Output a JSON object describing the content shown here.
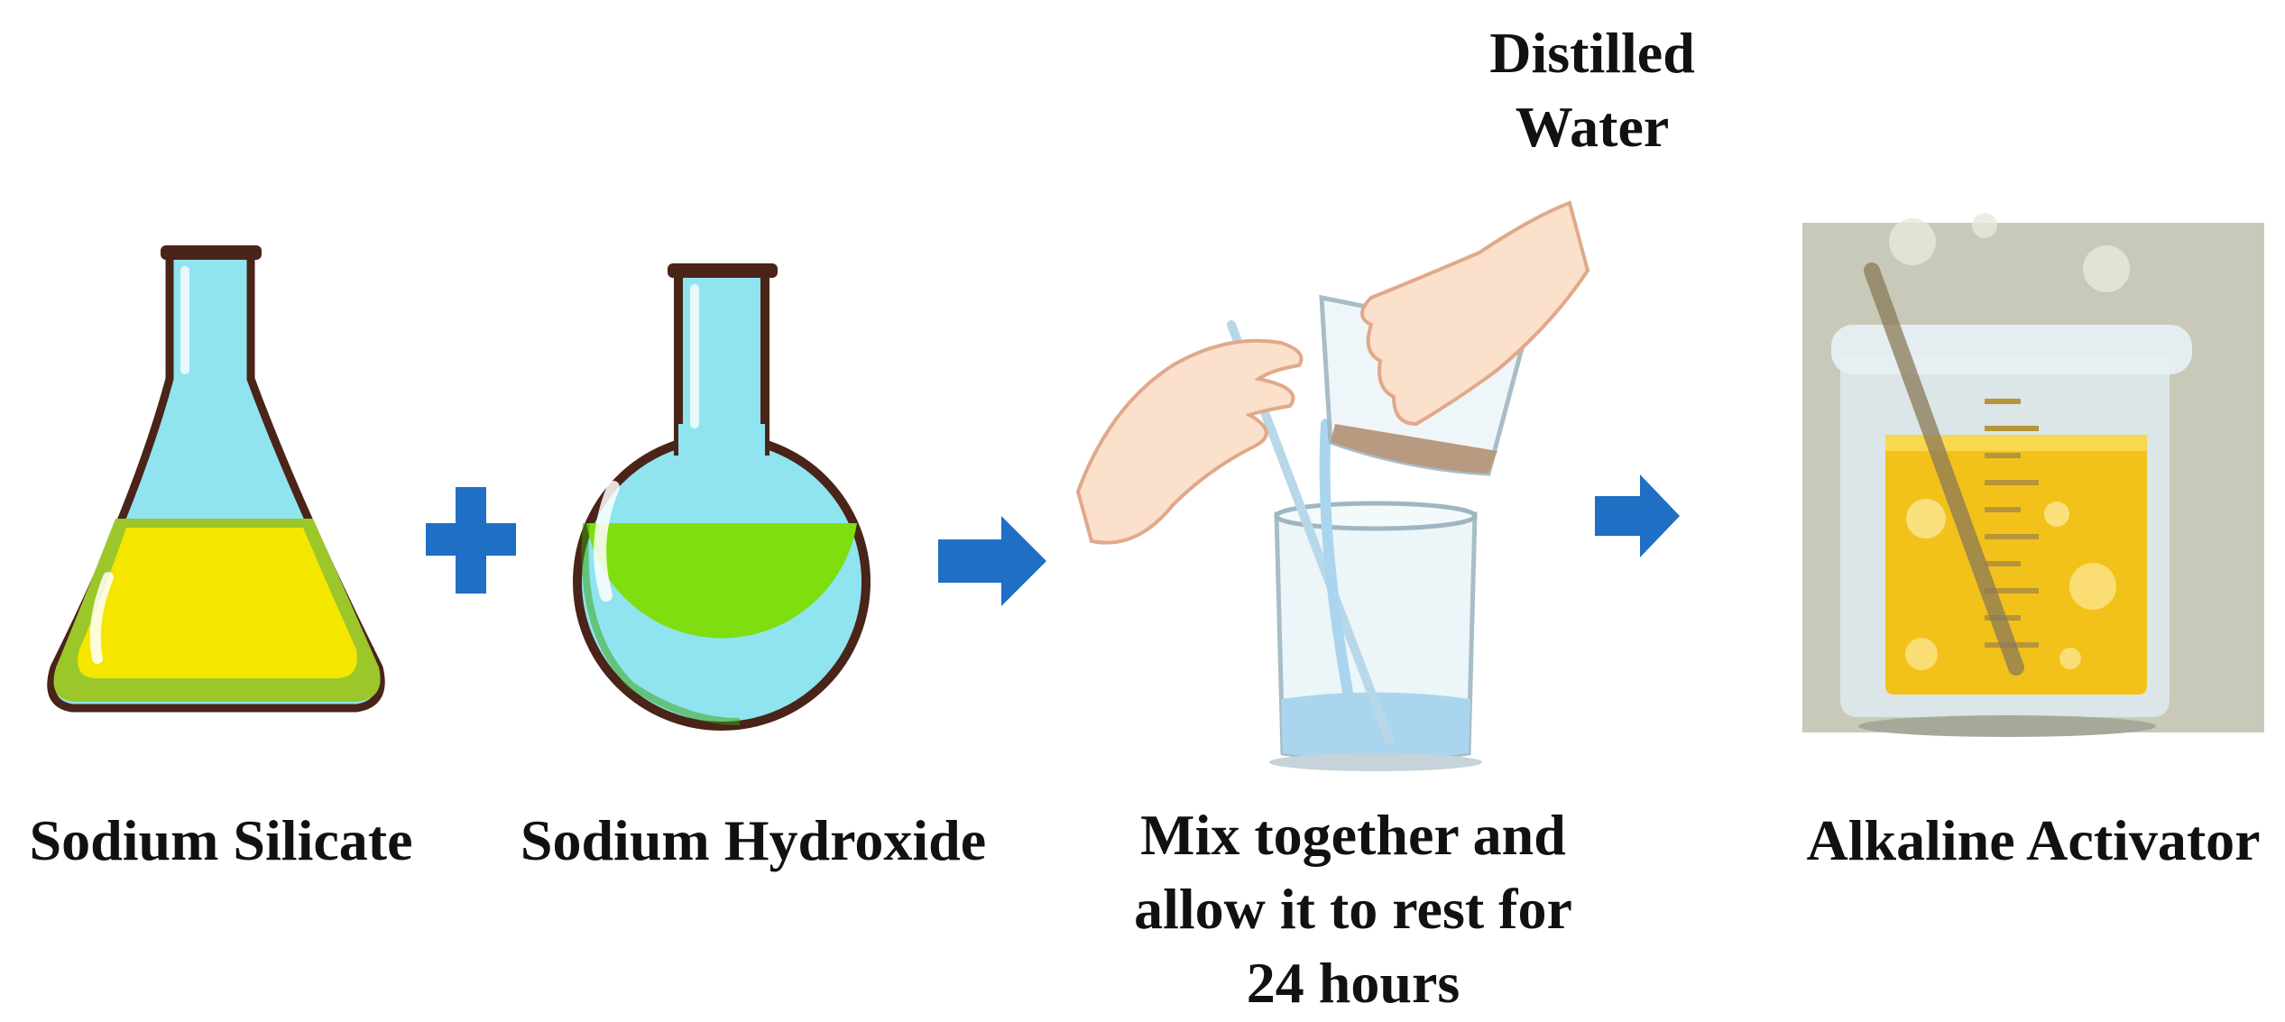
{
  "diagram": {
    "steps": [
      {
        "label": "Sodium Silicate"
      },
      {
        "label": "Sodium Hydroxide"
      },
      {
        "label_lines": [
          "Mix together and",
          "allow it to rest for",
          "24 hours"
        ]
      },
      {
        "label": "Alkaline Activator"
      }
    ],
    "water_label_lines": [
      "Distilled",
      "Water"
    ],
    "operators": {
      "plus": "plus-icon",
      "arrow": "arrow-right-icon"
    },
    "colors": {
      "arrow_blue": "#1f6fc4",
      "flask_outline": "#4a2418",
      "flask_glass": "#8fe4ef",
      "silicate_liquid": "#f5e600",
      "silicate_liquid_edge": "#9cc72a",
      "hydroxide_liquid": "#7ede0f",
      "activator_liquid": "#f2c21a",
      "activator_bg": "#c8c9b8",
      "water_blue": "#a9d6ee",
      "skin": "#fbe0cc"
    }
  }
}
